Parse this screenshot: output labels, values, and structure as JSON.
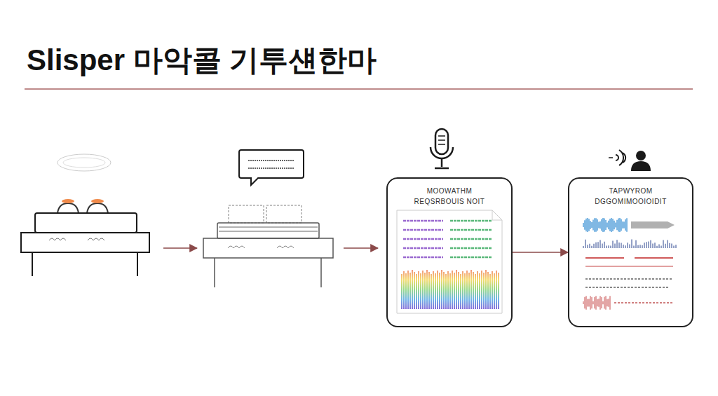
{
  "diagram": {
    "title": "Slisper 마악콜 기투섄한마",
    "nodes": [
      {
        "text": [
          "MOOWATHM",
          "REQSRBOUIS NOIT"
        ]
      },
      {
        "text": [
          "TAPWYROM",
          "DGGOMIMOOIOIDIT"
        ]
      }
    ],
    "edges": [
      {
        "from": 0,
        "to": 1,
        "arrow": "to"
      }
    ]
  }
}
